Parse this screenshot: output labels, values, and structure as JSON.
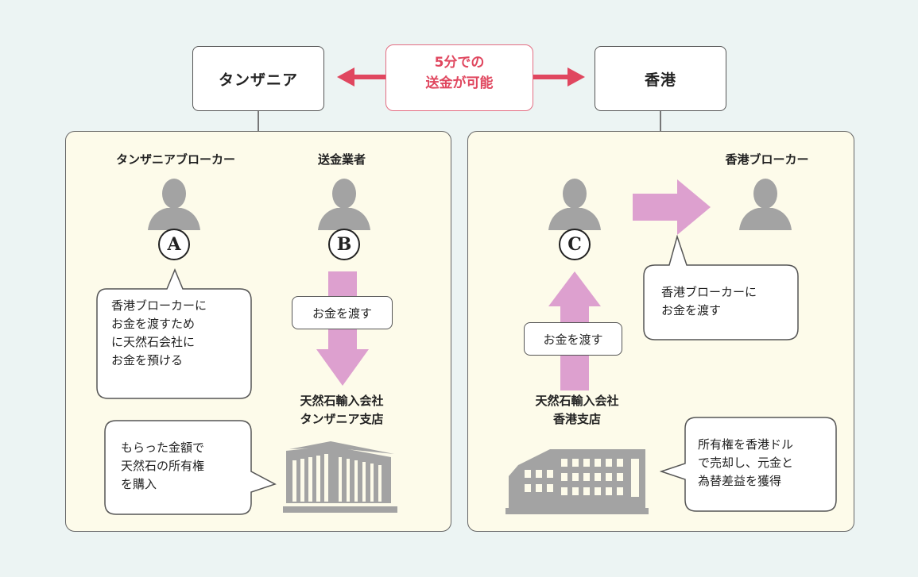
{
  "countries": {
    "left": "タンザニア",
    "right": "香港"
  },
  "center_label": "5分での\n送金が可能",
  "left_panel": {
    "broker_title": "タンザニアブローカー",
    "remitter_title": "送金業者",
    "badge_a": "A",
    "badge_b": "B",
    "speech_a": "香港ブローカーに\nお金を渡すため\nに天然石会社に\nお金を預ける",
    "arrow_label": "お金を渡す",
    "place_title": "天然石輸入会社\nタンザニア支店",
    "speech_purchase": "もらった金額で\n天然石の所有権\nを購入"
  },
  "right_panel": {
    "hk_broker_title": "香港ブローカー",
    "badge_c": "C",
    "speech_c": "香港ブローカーに\nお金を渡す",
    "arrow_label": "お金を渡す",
    "place_title": "天然石輸入会社\n香港支店",
    "speech_sell": "所有権を香港ドル\nで売却し、元金と\n為替差益を獲得"
  },
  "colors": {
    "background": "#ecf4f3",
    "panel": "#fdfbea",
    "accent_pink": "#e0475f",
    "arrow_pink": "#dda0cf",
    "person_gray": "#a3a3a3"
  }
}
